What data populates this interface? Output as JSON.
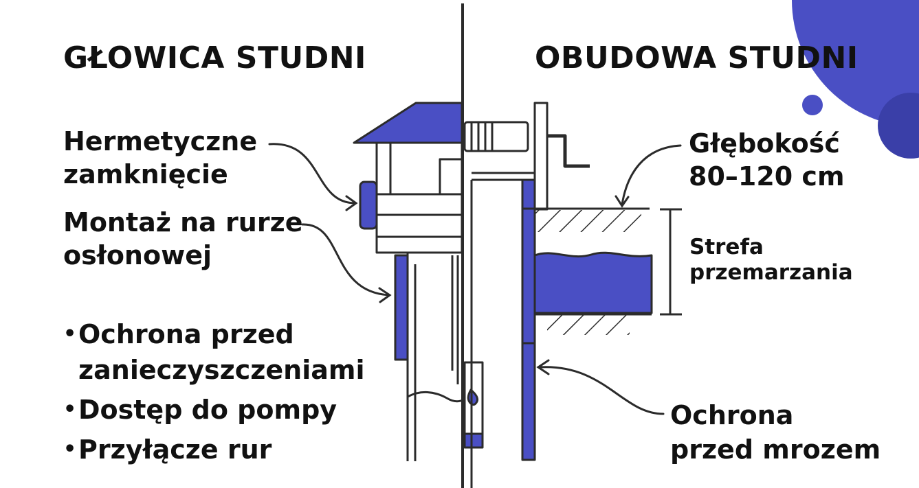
{
  "left": {
    "title": "GŁOWICA STUDNI",
    "hermetic_line1": "Hermetyczne",
    "hermetic_line2": "zamknięcie",
    "mount_line1": "Montaż na rurze",
    "mount_line2": "osłonowej",
    "bullets": [
      "Ochrona przed",
      "zanieczyszczeniami",
      "Dostęp do pompy",
      "Przyłącze rur"
    ]
  },
  "right": {
    "title": "OBUDOWA STUDNI",
    "depth_line1": "Głębokość",
    "depth_line2": "80–120 cm",
    "frost_zone_line1": "Strefa",
    "frost_zone_line2": "przemarzania",
    "frost_protect_line1": "Ochrona",
    "frost_protect_line2": "przed mrozem"
  },
  "colors": {
    "accent": "#4a4fc4",
    "line": "#2b2b2b",
    "text": "#111111"
  }
}
